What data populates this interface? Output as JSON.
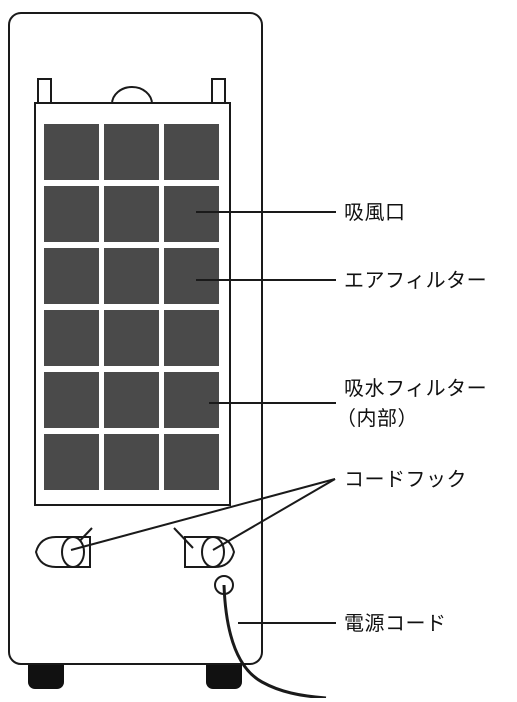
{
  "labels": {
    "intake_vent": "吸風口",
    "air_filter": "エアフィルター",
    "water_filter_line1": "吸水フィルター",
    "water_filter_line2": "（内部）",
    "cord_hook": "コードフック",
    "power_cord": "電源コード"
  },
  "filter_grid": {
    "rows": 6,
    "cols": 3
  },
  "colors": {
    "line": "#1a1a1a",
    "filter_cell": "#4a4a4a",
    "wheel": "#111111",
    "body_fill": "#ffffff"
  }
}
